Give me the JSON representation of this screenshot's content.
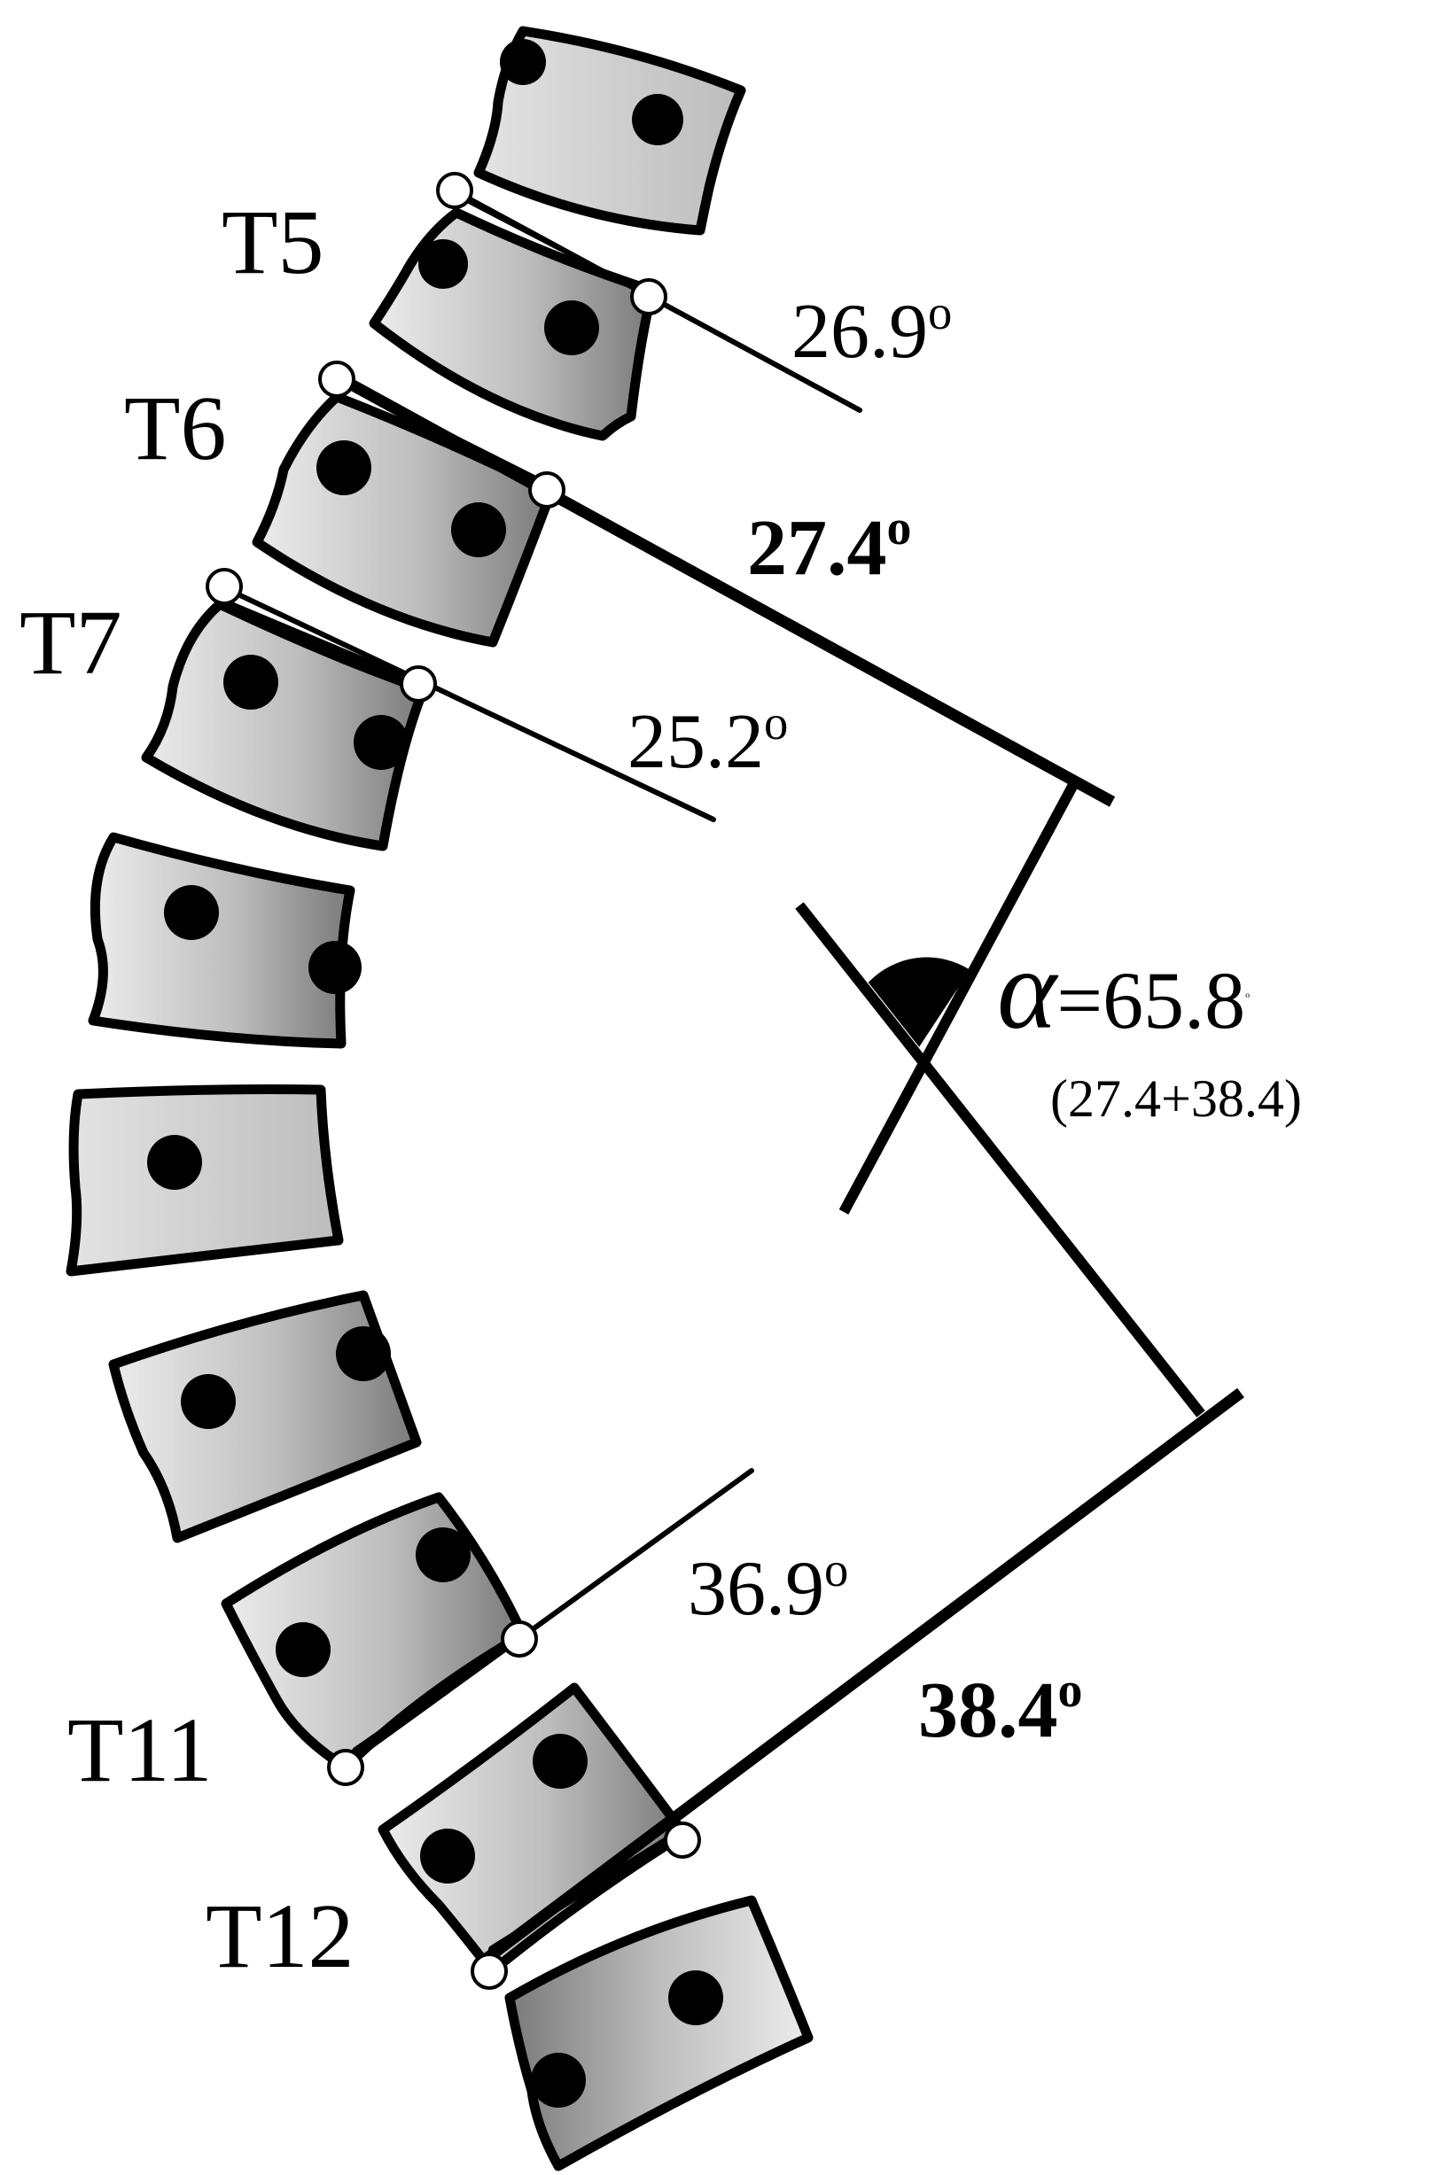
{
  "vertebra_labels": [
    "T5",
    "T6",
    "T7",
    "T11",
    "T12"
  ],
  "segment_angles": {
    "t5": "26.9",
    "t7": "25.2",
    "t11": "36.9"
  },
  "sum_angles": {
    "upper": "27.4",
    "lower": "38.4"
  },
  "degree_symbol": "o",
  "alpha": {
    "symbol": "α",
    "equals": "=",
    "value": "65.8",
    "formula": "(27.4+38.4)"
  },
  "colors": {
    "ink": "#000000",
    "body_light": "#e6e6e6",
    "body_dark": "#6e6e6e",
    "marker_fill": "#ffffff"
  }
}
